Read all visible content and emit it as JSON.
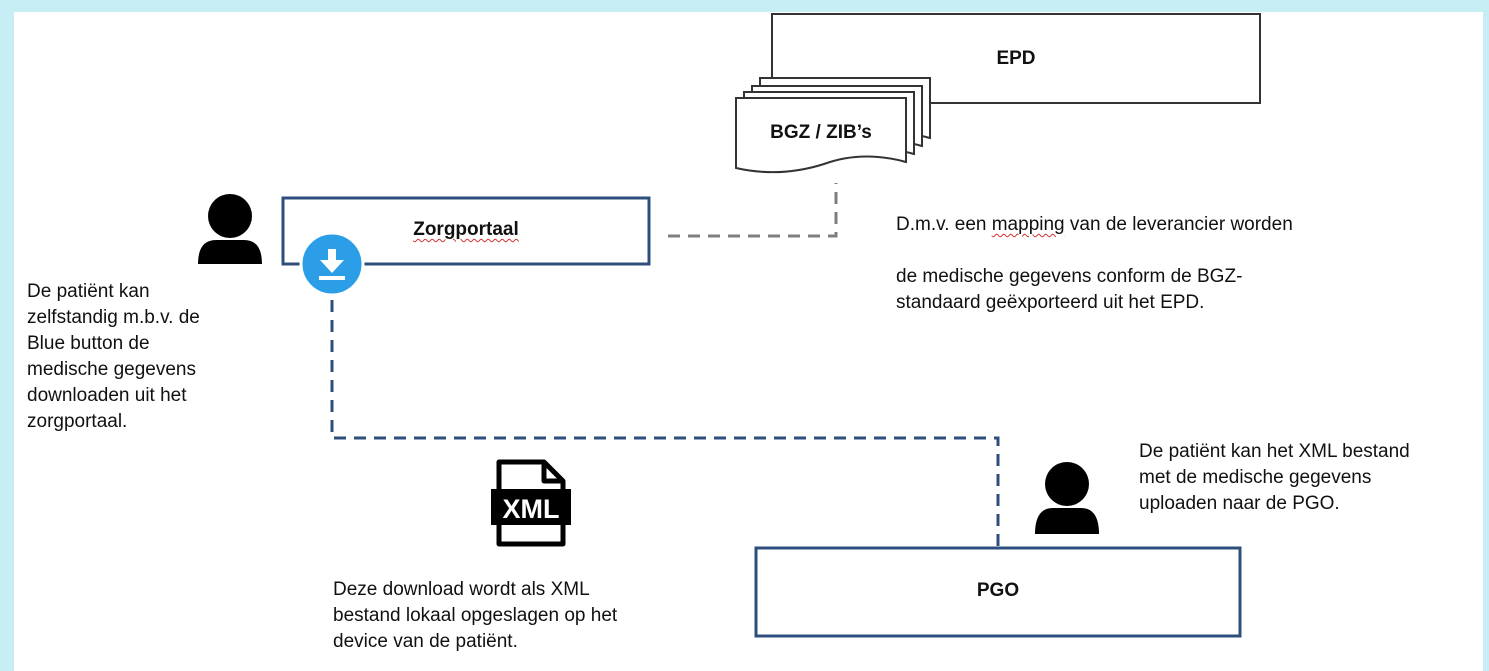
{
  "boxes": {
    "epd": "EPD",
    "bgz": "BGZ / ZIB’s",
    "zorgportaal": "Zorgportaal",
    "pgo": "PGO"
  },
  "texts": {
    "patient_download": "De patiënt kan\nzelfstandig m.b.v. de\nBlue button de\nmedische gegevens\ndownloaden uit het\nzorgportaal.",
    "mapping_line1_pre": "D.m.v. een ",
    "mapping_line1_word": "mapping",
    "mapping_line1_post": " van de leverancier worden",
    "mapping_rest": "de medische gegevens conform de BGZ-\nstandaard geëxporteerd uit het EPD.",
    "patient_upload": "De patiënt kan het XML bestand\nmet de medische gegevens\nuploaden naar de PGO.",
    "xml_download": "Deze download wordt als XML\nbestand lokaal opgeslagen op het\ndevice van de patiënt."
  },
  "icons": {
    "xml_file_label": "XML",
    "person": "person-icon",
    "download": "download-icon",
    "file": "xml-file-icon"
  },
  "colors": {
    "box_border": "#2e4f7e",
    "download_circle": "#2c9ee8",
    "blue_dashed": "#2e4f7e",
    "gray_dashed": "#7f7f7f",
    "frame": "#c6eef4"
  }
}
